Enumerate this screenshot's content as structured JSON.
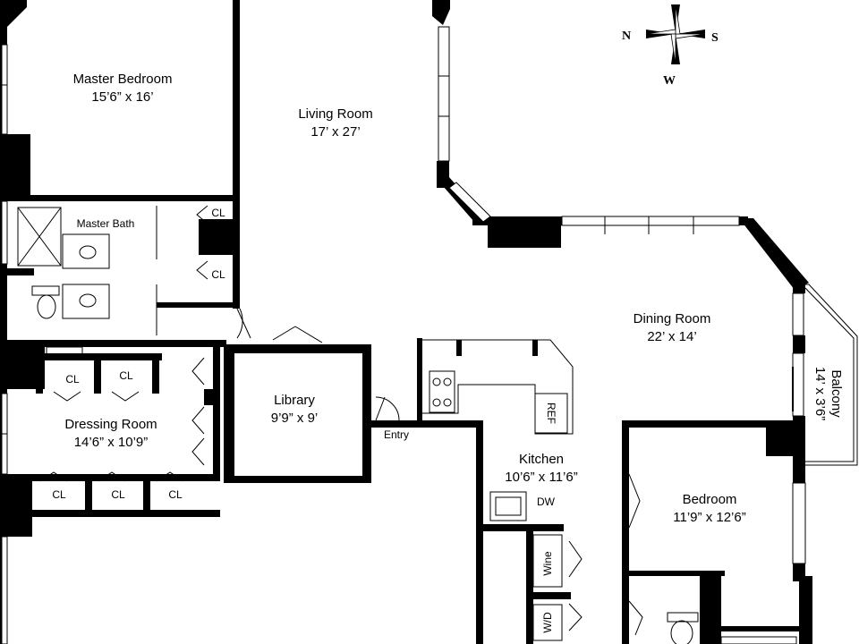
{
  "compass": {
    "n": "N",
    "s": "S",
    "w": "W"
  },
  "rooms": {
    "master_bedroom": {
      "name": "Master Bedroom",
      "size": "15’6” x 16’"
    },
    "living_room": {
      "name": "Living Room",
      "size": "17’ x 27’"
    },
    "master_bath": {
      "name": "Master Bath"
    },
    "dining_room": {
      "name": "Dining Room",
      "size": "22’ x 14’"
    },
    "balcony": {
      "name": "Balcony",
      "size": "14’ x 3’6”"
    },
    "library": {
      "name": "Library",
      "size": "9’9” x 9’"
    },
    "dressing_room": {
      "name": "Dressing Room",
      "size": "14’6” x 10’9”"
    },
    "kitchen": {
      "name": "Kitchen",
      "size": "10’6” x 11’6”"
    },
    "bedroom": {
      "name": "Bedroom",
      "size": "11’9” x 12’6”"
    }
  },
  "labels": {
    "closet": "CL",
    "entry": "Entry",
    "refrigerator": "REF",
    "dishwasher": "DW",
    "wine": "Wine",
    "washer_dryer": "W/D"
  }
}
